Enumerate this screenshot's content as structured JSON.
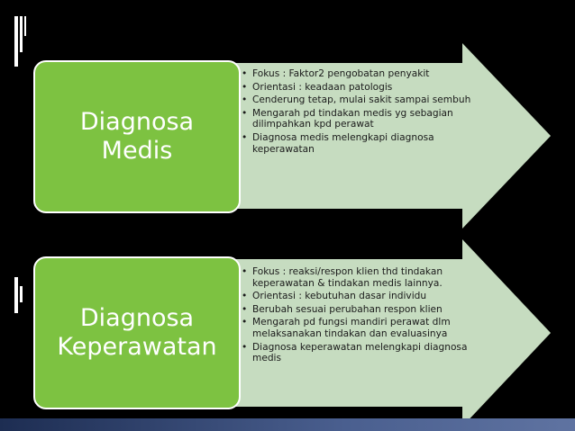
{
  "rows": [
    {
      "title_lines": [
        "Diagnosa",
        "Medis"
      ],
      "bullets": [
        "Fokus : Faktor2 pengobatan penyakit",
        "Orientasi : keadaan patologis",
        "Cenderung tetap, mulai sakit sampai sembuh",
        "Mengarah pd tindakan medis yg sebagian dilimpahkan kpd perawat",
        "Diagnosa medis melengkapi diagnosa keperawatan"
      ]
    },
    {
      "title_lines": [
        "Diagnosa",
        "Keperawatan"
      ],
      "bullets": [
        "Fokus : reaksi/respon klien thd tindakan keperawatan & tindakan medis lainnya.",
        "Orientasi : kebutuhan dasar individu",
        "Berubah sesuai perubahan respon klien",
        "Mengarah pd fungsi mandiri perawat dlm melaksanakan tindakan dan evaluasinya",
        "Diagnosa keperawatan melengkapi diagnosa medis"
      ]
    }
  ],
  "colors": {
    "box_fill": "#7dc241",
    "box_border": "#ffffff",
    "arrow_fill": "#c6dcc0",
    "background": "#000000",
    "bottom_band": "#4a5f8f"
  }
}
